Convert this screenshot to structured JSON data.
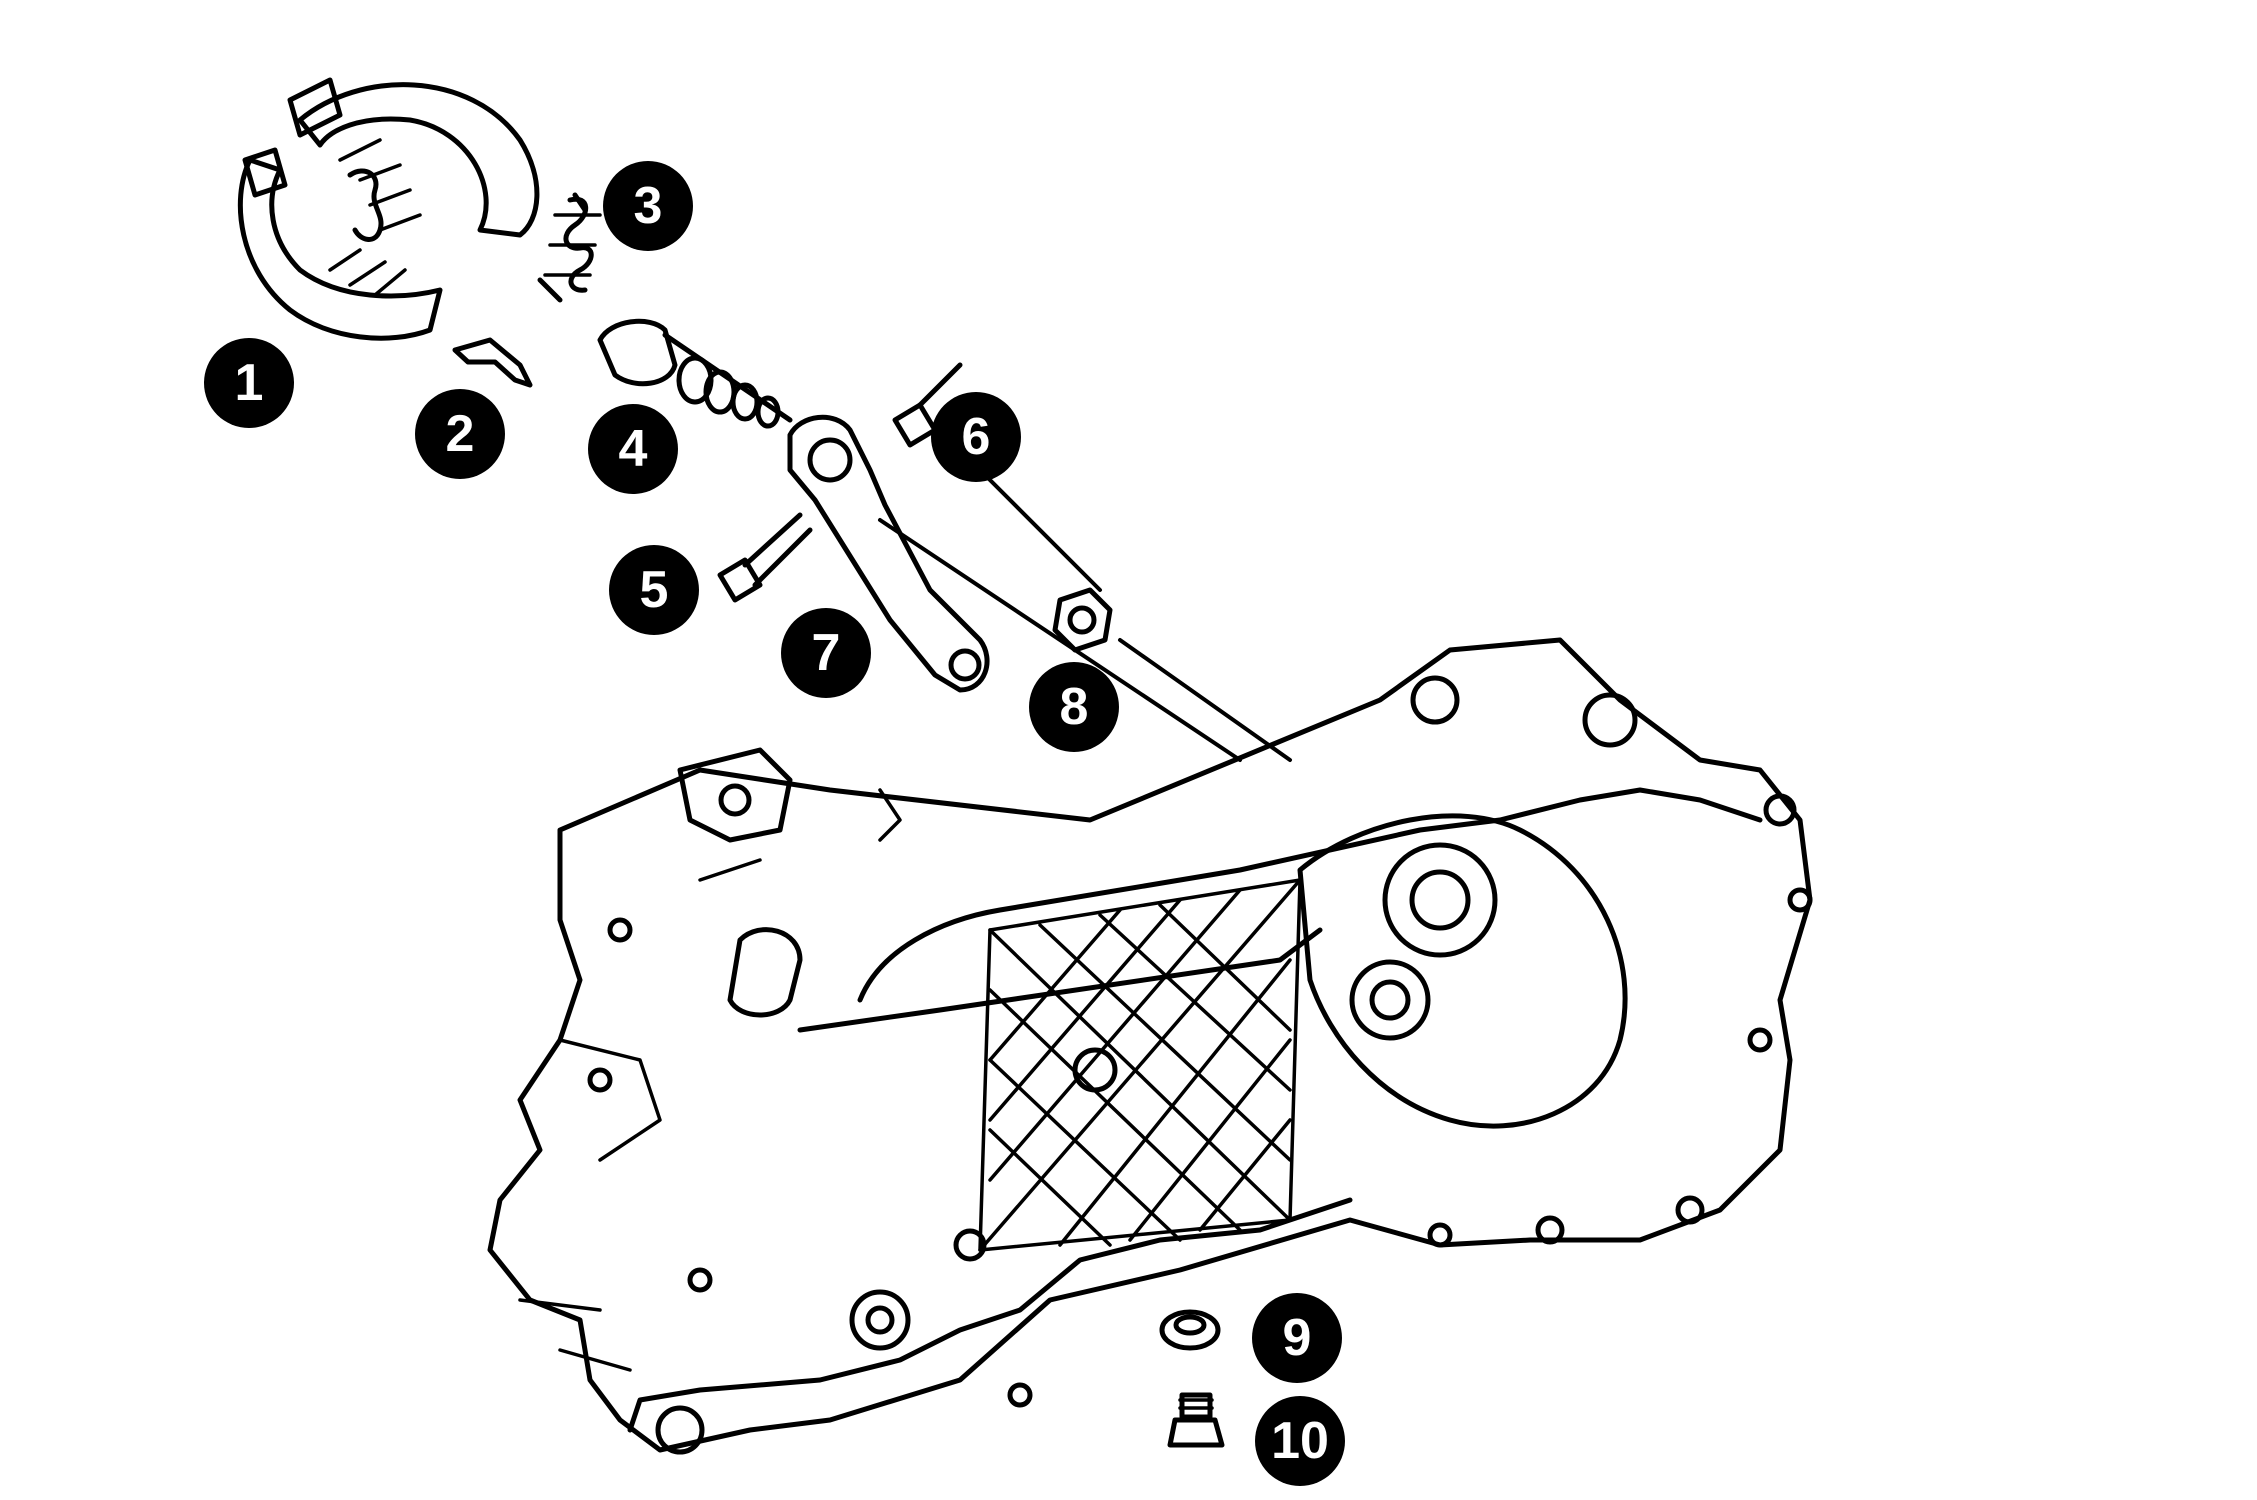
{
  "colors": {
    "ink": "#000000",
    "background": "#ffffff",
    "callout_text": "#ffffff"
  },
  "callouts": [
    {
      "label": "1"
    },
    {
      "label": "2"
    },
    {
      "label": "3"
    },
    {
      "label": "4"
    },
    {
      "label": "5"
    },
    {
      "label": "6"
    },
    {
      "label": "7"
    },
    {
      "label": "8"
    },
    {
      "label": "9"
    },
    {
      "label": "10"
    }
  ]
}
